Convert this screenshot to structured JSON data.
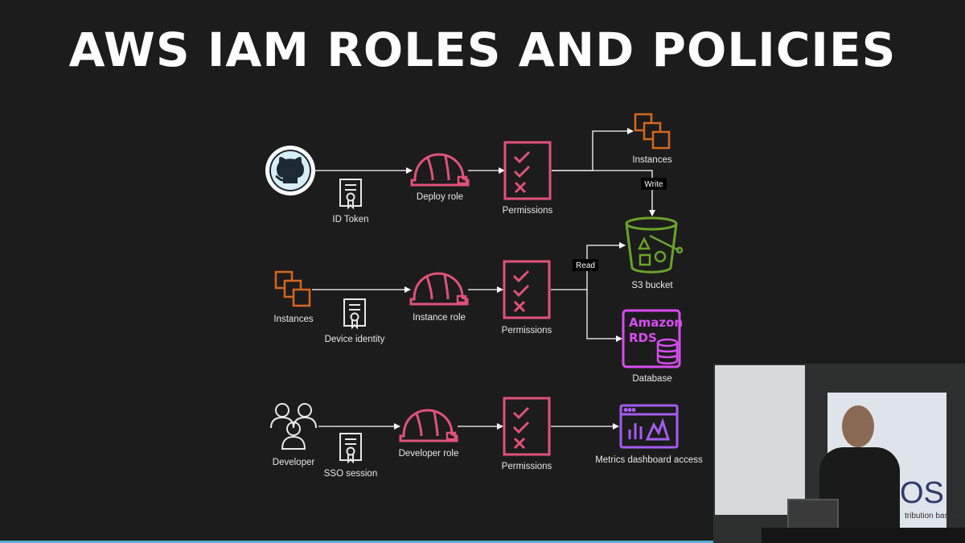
{
  "title": "AWS IAM ROLES AND POLICIES",
  "colors": {
    "background": "#1c1c1c",
    "role": "#e0527a",
    "permissions": "#e0527a",
    "compute": "#d2691e",
    "storage": "#6aa329",
    "database": "#d94cf2",
    "dashboard": "#a45cf0",
    "neutral": "#e8e8e8"
  },
  "rows": [
    {
      "source": {
        "label": "",
        "icon": "github-icon"
      },
      "credential": {
        "label": "ID Token",
        "icon": "certificate-icon"
      },
      "role": {
        "label": "Deploy role",
        "icon": "helmet-icon"
      },
      "permissions": {
        "label": "Permissions",
        "icon": "checklist-icon"
      }
    },
    {
      "source": {
        "label": "Instances",
        "icon": "instances-icon"
      },
      "credential": {
        "label": "Device identity",
        "icon": "certificate-icon"
      },
      "role": {
        "label": "Instance role",
        "icon": "helmet-icon"
      },
      "permissions": {
        "label": "Permissions",
        "icon": "checklist-icon"
      }
    },
    {
      "source": {
        "label": "Developer",
        "icon": "users-icon"
      },
      "credential": {
        "label": "SSO session",
        "icon": "certificate-icon"
      },
      "role": {
        "label": "Developer role",
        "icon": "helmet-icon"
      },
      "permissions": {
        "label": "Permissions",
        "icon": "checklist-icon"
      }
    }
  ],
  "targets": {
    "instances": {
      "label": "Instances",
      "icon": "instances-icon"
    },
    "s3": {
      "label": "S3 bucket",
      "icon": "s3-bucket-icon"
    },
    "rds": {
      "label": "Database",
      "icon": "rds-icon",
      "badge_line1": "Amazon",
      "badge_line2": "RDS"
    },
    "metrics": {
      "label": "Metrics dashboard access",
      "icon": "dashboard-icon"
    }
  },
  "edge_labels": {
    "write": "Write",
    "read": "Read"
  },
  "video": {
    "banner_text": "OS",
    "banner_small": "tribution based"
  }
}
